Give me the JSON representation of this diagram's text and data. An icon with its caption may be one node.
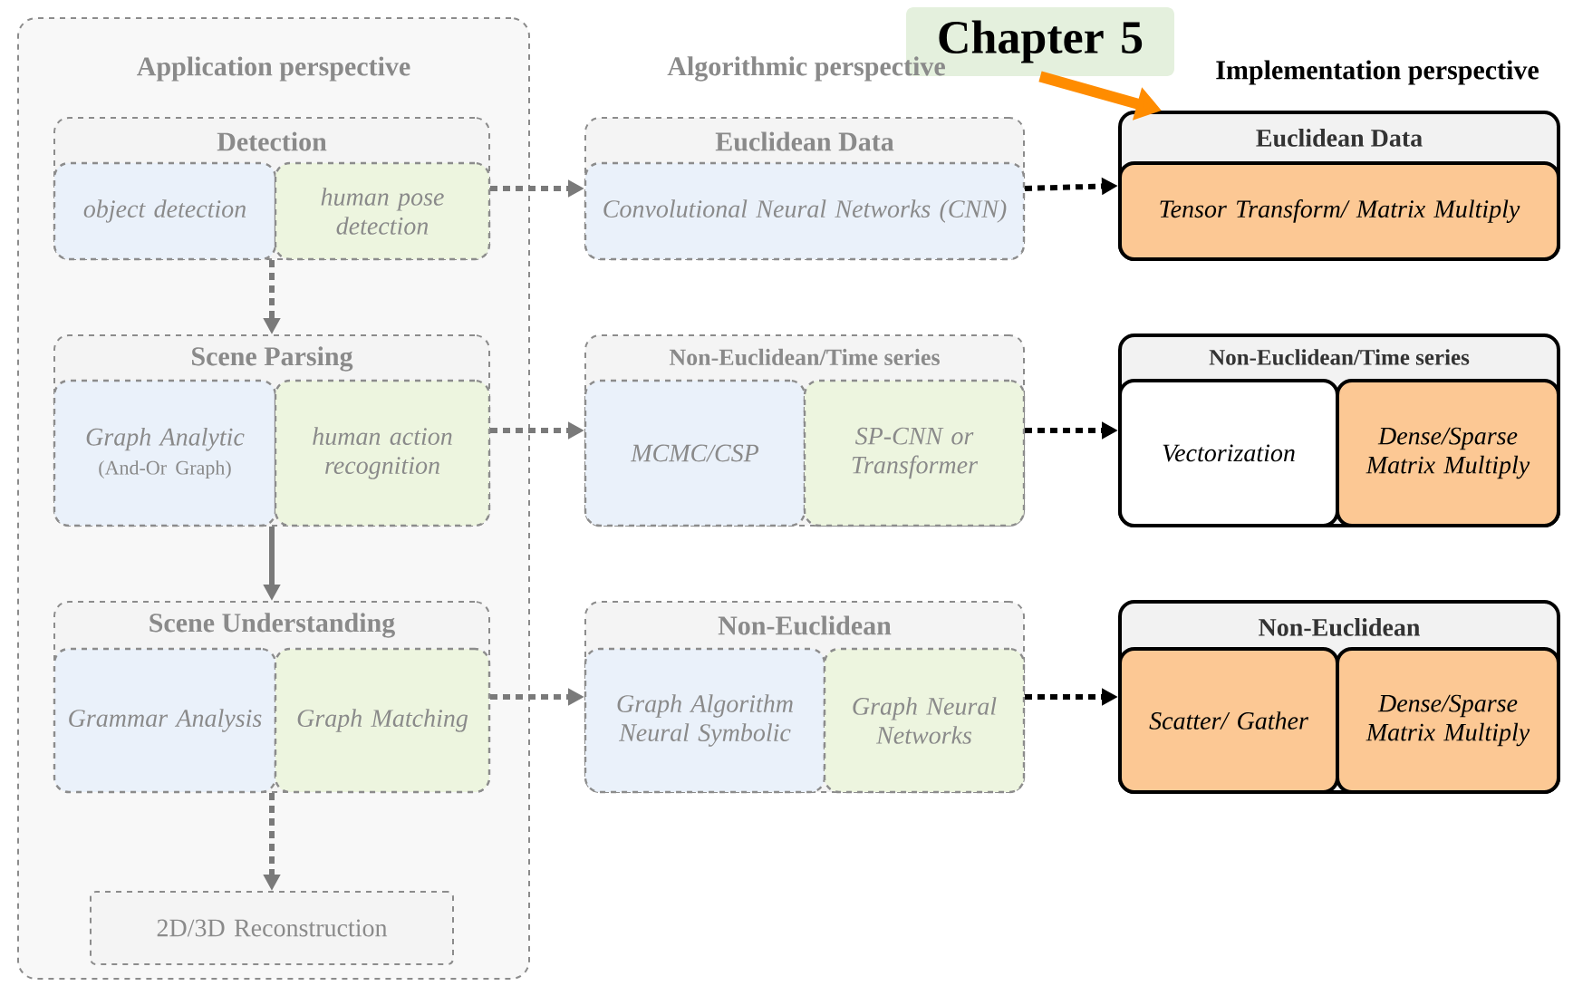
{
  "diagram": {
    "nodes": [
      {
        "text": [
          "Application perspective"
        ]
      },
      {
        "text": [
          "Detection"
        ],
        "in": 0
      },
      {
        "text": [
          "object detection"
        ],
        "in": 1
      },
      {
        "text": [
          "human pose detection"
        ],
        "in": 1
      },
      {
        "text": [
          "Scene Parsing"
        ],
        "in": 0
      },
      {
        "text": [
          "Graph Analytic",
          "(And-Or Graph)"
        ],
        "in": 4
      },
      {
        "text": [
          "human action recognition"
        ],
        "in": 4
      },
      {
        "text": [
          "Scene Understanding"
        ],
        "in": 0
      },
      {
        "text": [
          "Grammar Analysis"
        ],
        "in": 7
      },
      {
        "text": [
          "Graph Matching"
        ],
        "in": 7
      },
      {
        "text": [
          "2D/3D Reconstruction"
        ],
        "in": 0
      },
      {
        "text": [
          "Euclidean Data"
        ]
      },
      {
        "text": [
          "Convolutional Neural Networks (CNN)"
        ],
        "in": 11
      },
      {
        "text": [
          "Non-Euclidean/Time series"
        ]
      },
      {
        "text": [
          "MCMC/CSP"
        ],
        "in": 13
      },
      {
        "text": [
          "SP-CNN or Transformer"
        ],
        "in": 13
      },
      {
        "text": [
          "Non-Euclidean"
        ]
      },
      {
        "text": [
          "Graph Algorithm Neural Symbolic"
        ],
        "in": 16
      },
      {
        "text": [
          "Graph Neural Networks"
        ],
        "in": 16
      },
      {
        "text": [
          "Euclidean Data"
        ]
      },
      {
        "text": [
          "Tensor Transform/ Matrix Multiply"
        ],
        "in": 19
      },
      {
        "text": [
          "Non-Euclidean/Time series"
        ]
      },
      {
        "text": [
          "Vectorization"
        ],
        "in": 21
      },
      {
        "text": [
          "Dense/Sparse Matrix Multiply"
        ],
        "in": 21
      },
      {
        "text": [
          "Non-Euclidean"
        ]
      },
      {
        "text": [
          "Scatter/ Gather"
        ],
        "in": 24
      },
      {
        "text": [
          "Dense/Sparse Matrix Multiply"
        ],
        "in": 24
      },
      {
        "text": [
          "Chapter 5"
        ]
      }
    ],
    "edges": [
      {
        "from": 1,
        "to": 4,
        "arrow": "to",
        "style": "dashed"
      },
      {
        "from": 4,
        "to": 7,
        "arrow": "to"
      },
      {
        "from": 7,
        "to": 10,
        "arrow": "to",
        "style": "dashed"
      },
      {
        "from": 1,
        "to": 11,
        "arrow": "to",
        "style": "dashed"
      },
      {
        "from": 4,
        "to": 13,
        "arrow": "to",
        "style": "dashed"
      },
      {
        "from": 7,
        "to": 16,
        "arrow": "to",
        "style": "dashed"
      },
      {
        "from": 11,
        "to": 19,
        "arrow": "to",
        "style": "dashed",
        "color": "#000000"
      },
      {
        "from": 13,
        "to": 21,
        "arrow": "to",
        "style": "dashed",
        "color": "#000000"
      },
      {
        "from": 16,
        "to": 24,
        "arrow": "to",
        "style": "dashed",
        "color": "#000000"
      },
      {
        "from": 27,
        "to": 19,
        "arrow": "to",
        "style": "thick",
        "color": "#ff8c00"
      }
    ],
    "labels": [
      "Algorithmic perspective",
      "Implementation perspective"
    ]
  }
}
